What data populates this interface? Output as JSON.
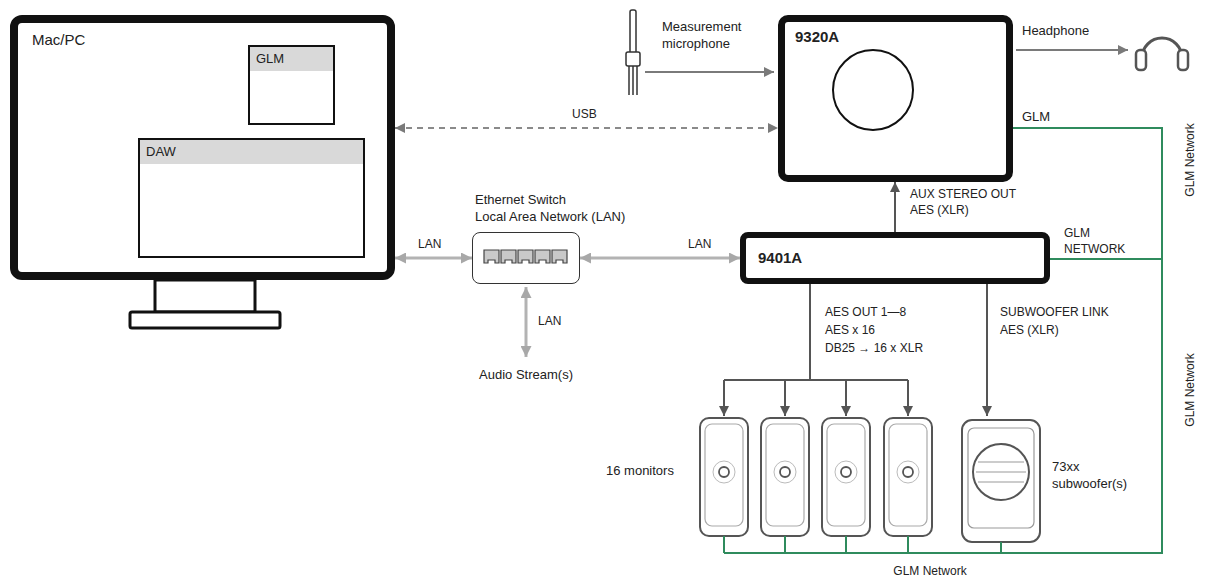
{
  "diagram": {
    "nodes": [
      {
        "text": [
          "Mac/PC"
        ]
      },
      {
        "text": [
          "GLM"
        ],
        "in": 0
      },
      {
        "text": [
          "DAW"
        ],
        "in": 0
      },
      {
        "text": [
          "9320A"
        ]
      },
      {
        "text": [
          "Ethernet Switch",
          "Local Area Network (LAN)"
        ]
      },
      {
        "text": [
          "9401A"
        ]
      }
    ],
    "edges": [
      {
        "from": 0,
        "to": 3,
        "label": "USB",
        "arrow": "both"
      },
      {
        "from": 0,
        "to": 4,
        "label": "LAN",
        "arrow": "both"
      },
      {
        "from": 4,
        "to": 5,
        "label": "LAN",
        "arrow": "both"
      },
      {
        "from": 5,
        "to": 3,
        "label": "AUX STEREO OUT AES (XLR)",
        "arrow": "to"
      },
      {
        "from": 3,
        "to": 5,
        "arrow": "none"
      }
    ],
    "labels": [
      "Measurement microphone",
      "Headphone",
      "GLM",
      "GLM NETWORK",
      "GLM Network",
      "GLM Network",
      "LAN",
      "Audio Stream(s)",
      "AES OUT 1—8",
      "AES x 16",
      "DB25 → 16 x XLR",
      "SUBWOOFER LINK",
      "AES (XLR)",
      "16 monitors",
      "73xx subwoofer(s)",
      "GLM Network"
    ]
  }
}
